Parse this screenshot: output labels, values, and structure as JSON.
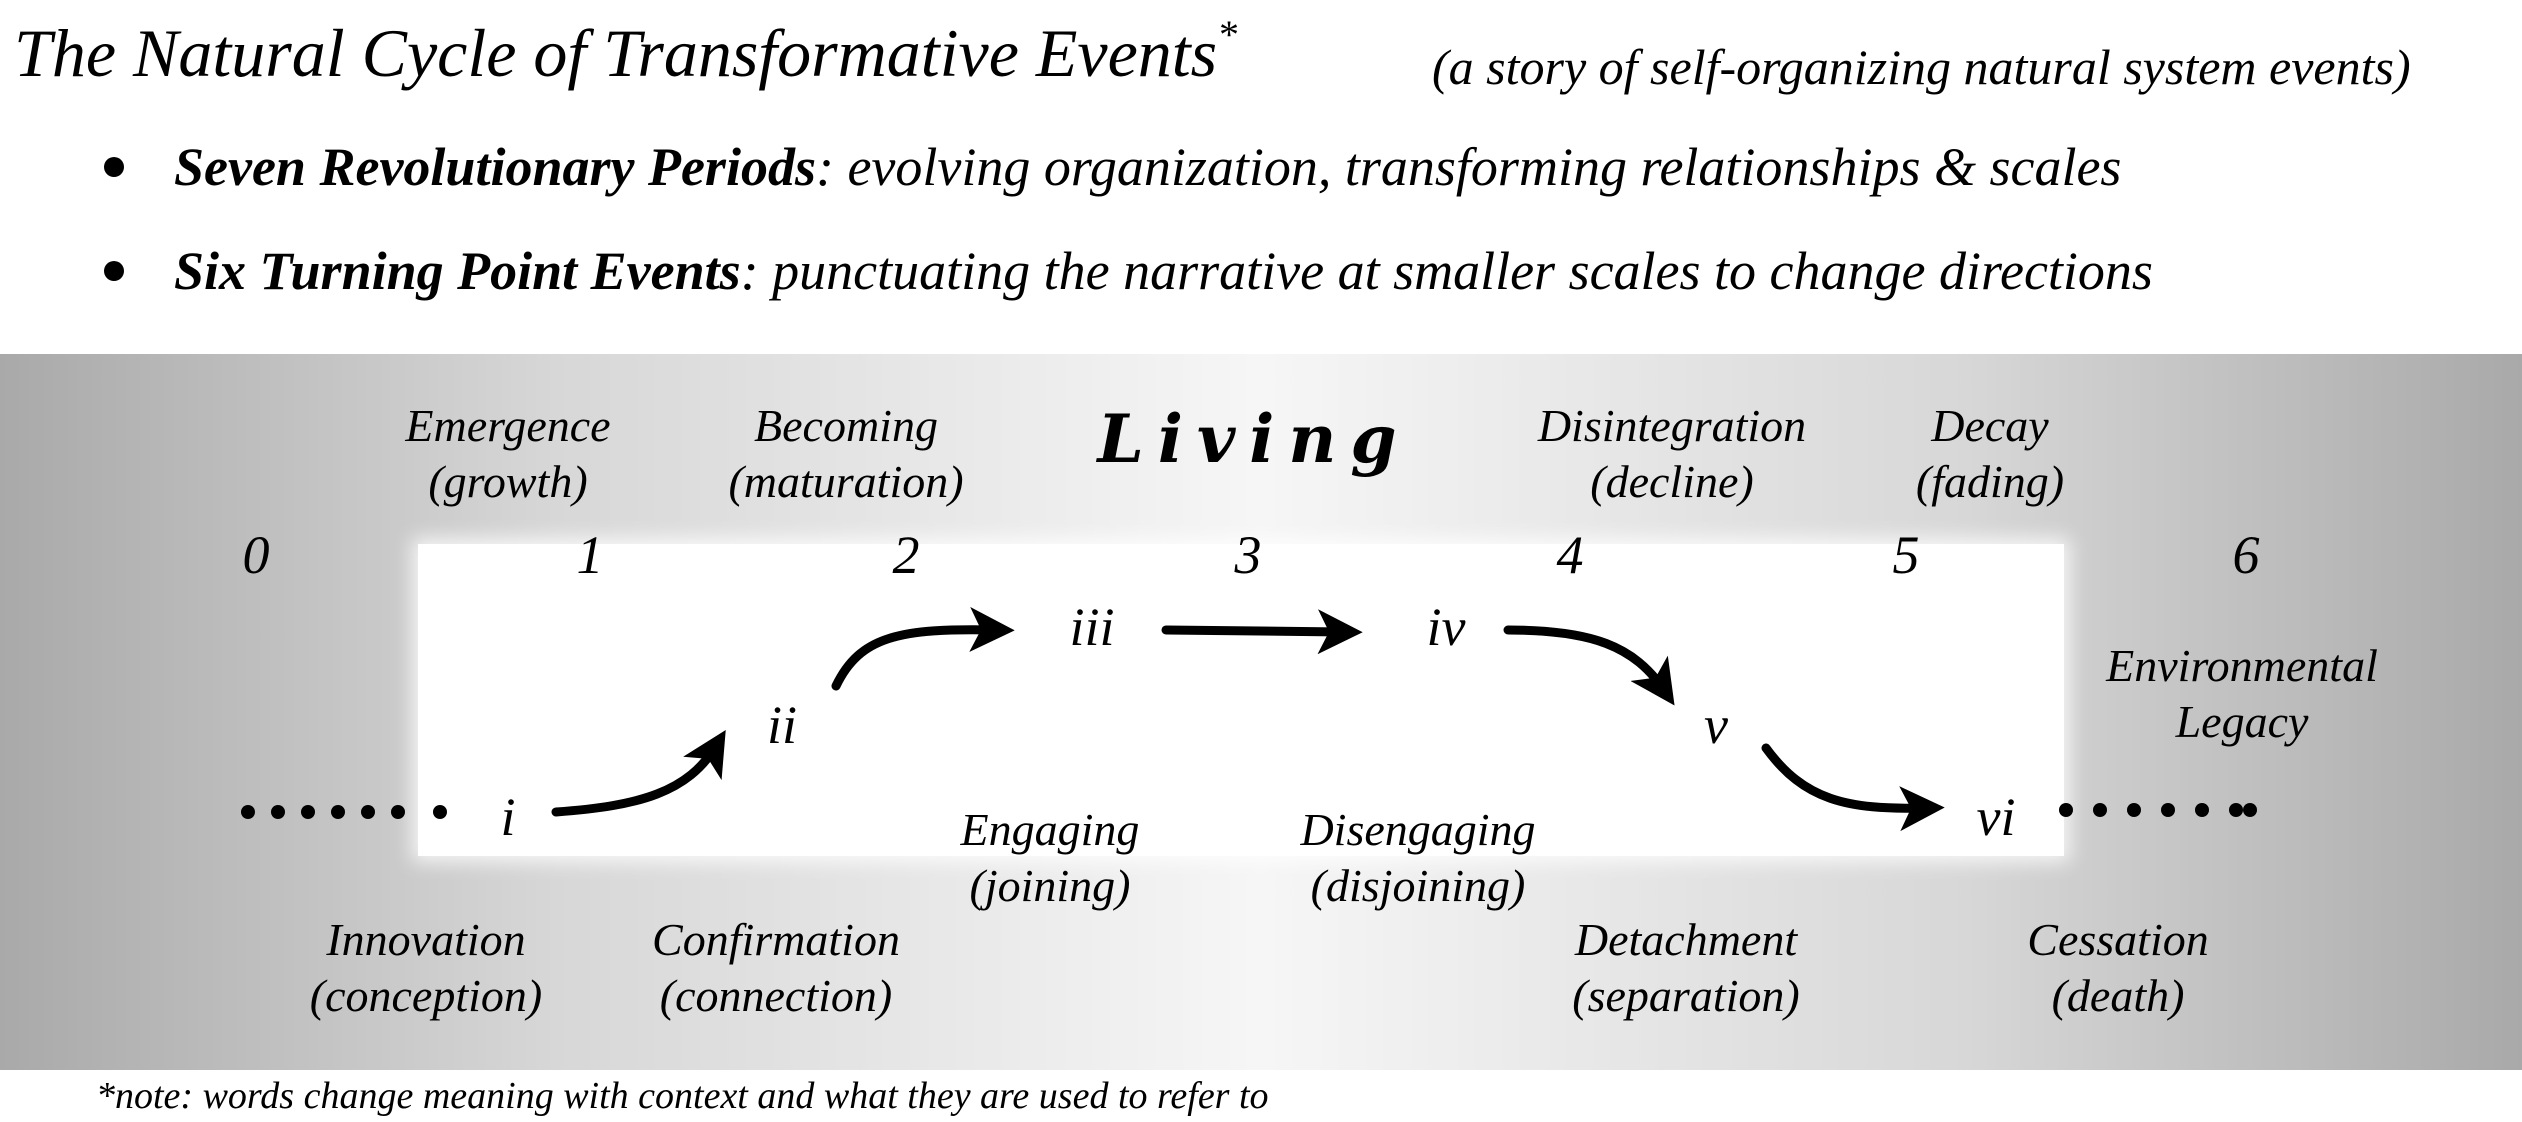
{
  "header": {
    "title": "The Natural Cycle of Transformative Events",
    "title_mark": "*",
    "subtitle": "(a story of self-organizing natural system events)"
  },
  "bullets": [
    {
      "bold": "Seven Revolutionary Periods",
      "rest": ": evolving organization, transforming relationships & scales"
    },
    {
      "bold": "Six Turning Point Events",
      "rest": ":  punctuating the narrative at smaller scales to change directions"
    }
  ],
  "diagram": {
    "center_label": "Living",
    "periods": [
      "0",
      "1",
      "2",
      "3",
      "4",
      "5",
      "6"
    ],
    "upper_labels": [
      {
        "line1": "Emergence",
        "line2": "(growth)"
      },
      {
        "line1": "Becoming",
        "line2": "(maturation)"
      },
      {
        "line1": "Disintegration",
        "line2": "(decline)"
      },
      {
        "line1": "Decay",
        "line2": "(fading)"
      }
    ],
    "events": [
      "i",
      "ii",
      "iii",
      "iv",
      "v",
      "vi"
    ],
    "legacy": {
      "line1": "Environmental",
      "line2": "Legacy"
    },
    "middle_labels": [
      {
        "line1": "Engaging",
        "line2": "(joining)"
      },
      {
        "line1": "Disengaging",
        "line2": "(disjoining)"
      }
    ],
    "lower_labels": [
      {
        "line1": "Innovation",
        "line2": "(conception)"
      },
      {
        "line1": "Confirmation",
        "line2": "(connection)"
      },
      {
        "line1": "Detachment",
        "line2": "(separation)"
      },
      {
        "line1": "Cessation",
        "line2": "(death)"
      }
    ]
  },
  "footnote": "*note: words change meaning with context and what they are used to refer to"
}
